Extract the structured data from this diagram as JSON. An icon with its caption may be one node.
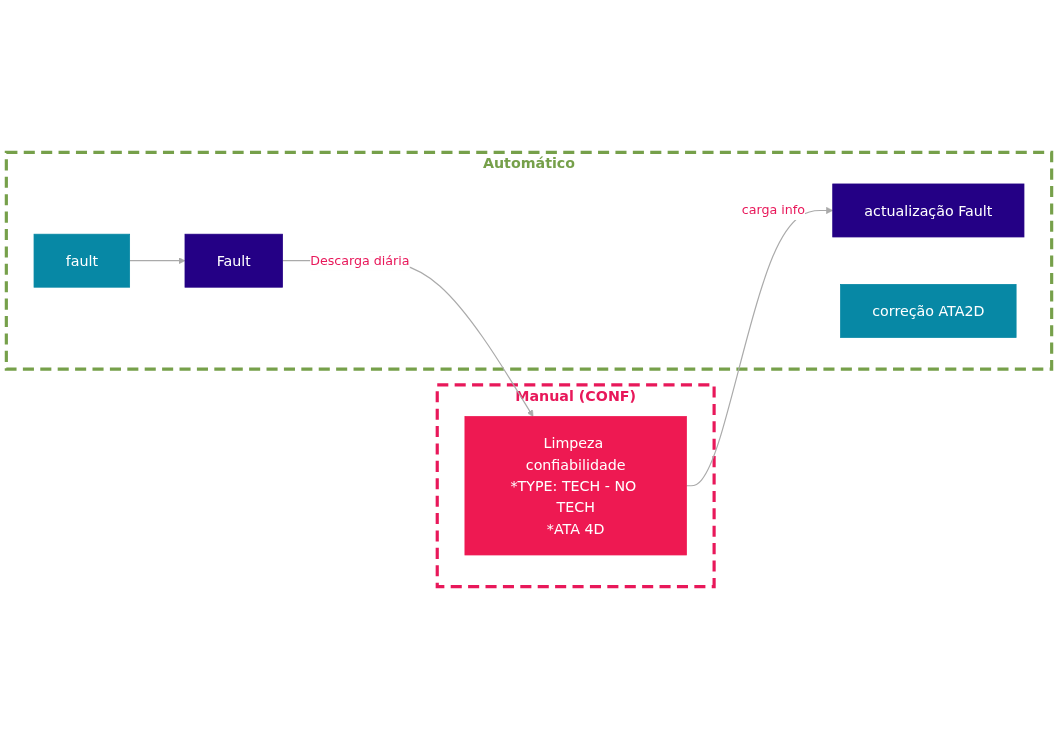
{
  "diagram": {
    "nodes": [
      {
        "text": [
          "Manual (CONF)"
        ]
      },
      {
        "text": [
          "Limpeza confiabilidade",
          "*TYPE: TECH - NO TECH",
          "*ATA 4D"
        ],
        "in": 0
      },
      {
        "text": [
          "Automático"
        ]
      },
      {
        "text": [
          "fault"
        ],
        "in": 2
      },
      {
        "text": [
          "Fault"
        ],
        "in": 2
      },
      {
        "text": [
          "actualização Fault"
        ],
        "in": 2
      },
      {
        "text": [
          "correção ATA2D"
        ],
        "in": 2
      }
    ],
    "edges": [
      {
        "from": 3,
        "to": 4,
        "arrow": "to"
      },
      {
        "from": 4,
        "to": 1,
        "arrow": "to",
        "label": "Descarga diária"
      },
      {
        "from": 1,
        "to": 5,
        "arrow": "to",
        "label": "carga info"
      }
    ]
  }
}
